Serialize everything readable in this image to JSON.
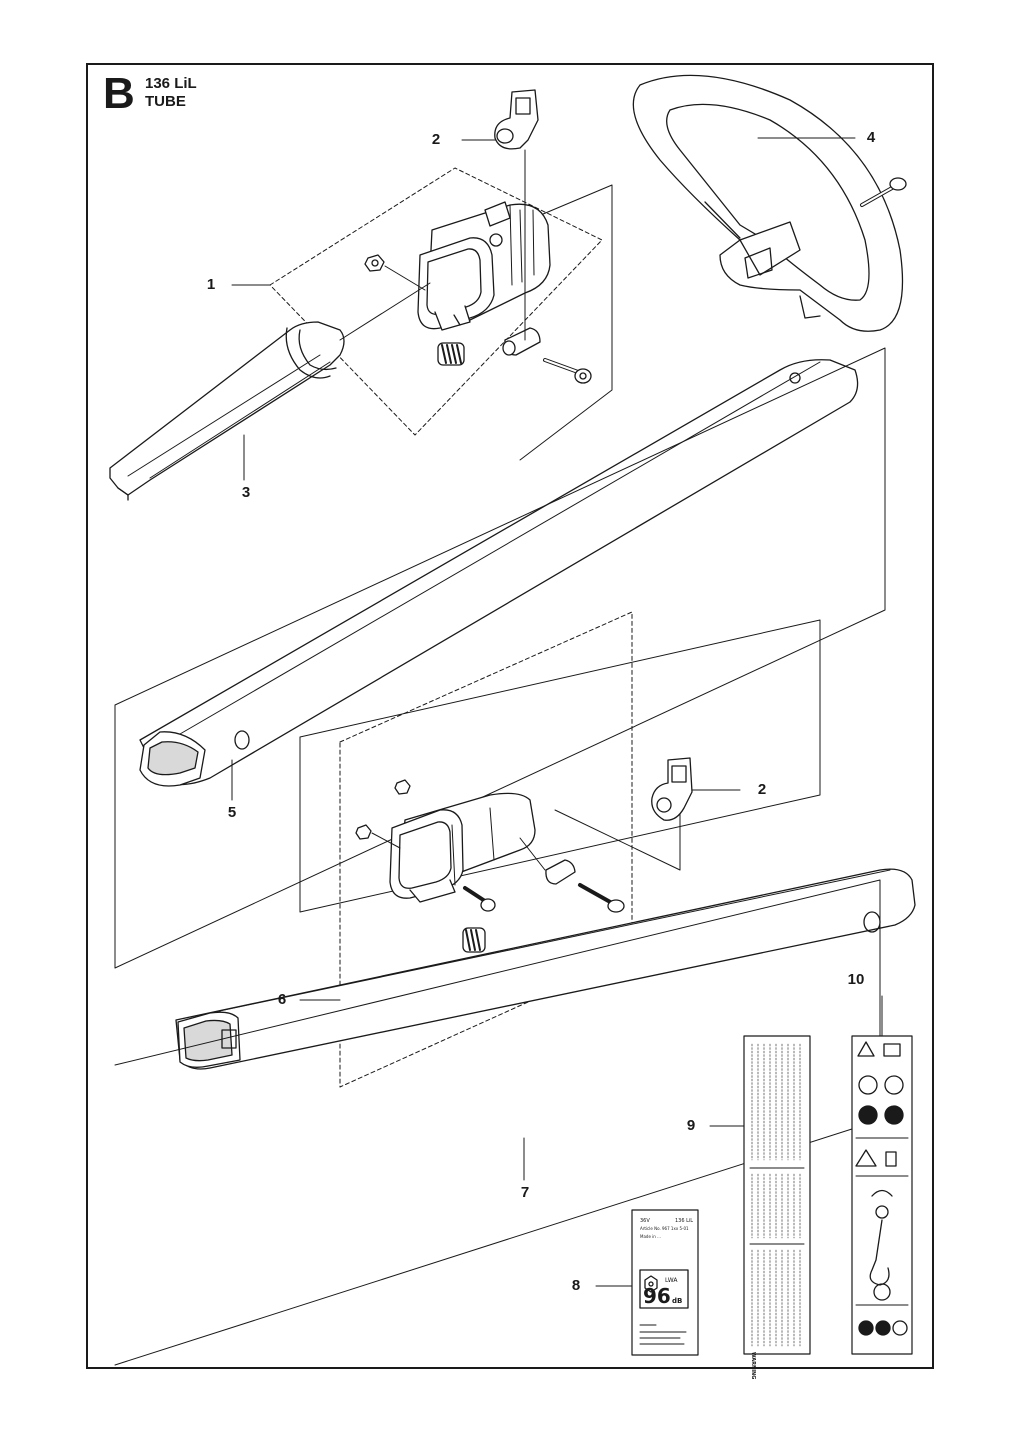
{
  "header": {
    "section_letter": "B",
    "model": "136 LiL",
    "assembly_name": "TUBE"
  },
  "callouts": [
    "1",
    "2",
    "4",
    "3",
    "5",
    "2",
    "6",
    "10",
    "9",
    "7",
    "8"
  ],
  "labels": {
    "rating_label": {
      "battery_line": "36V",
      "model_line": "136 LiL",
      "article_line": "Article No. 967 1xx 5-01",
      "made_line": "Made in ...",
      "sound_value": "96",
      "sound_unit": "dB",
      "lwa": "LWA"
    },
    "warning_label_heading": "WARNING"
  },
  "colors": {
    "line": "#1a1a1a",
    "part_fill": "#ffffff",
    "shade": "#d9d9d9"
  }
}
